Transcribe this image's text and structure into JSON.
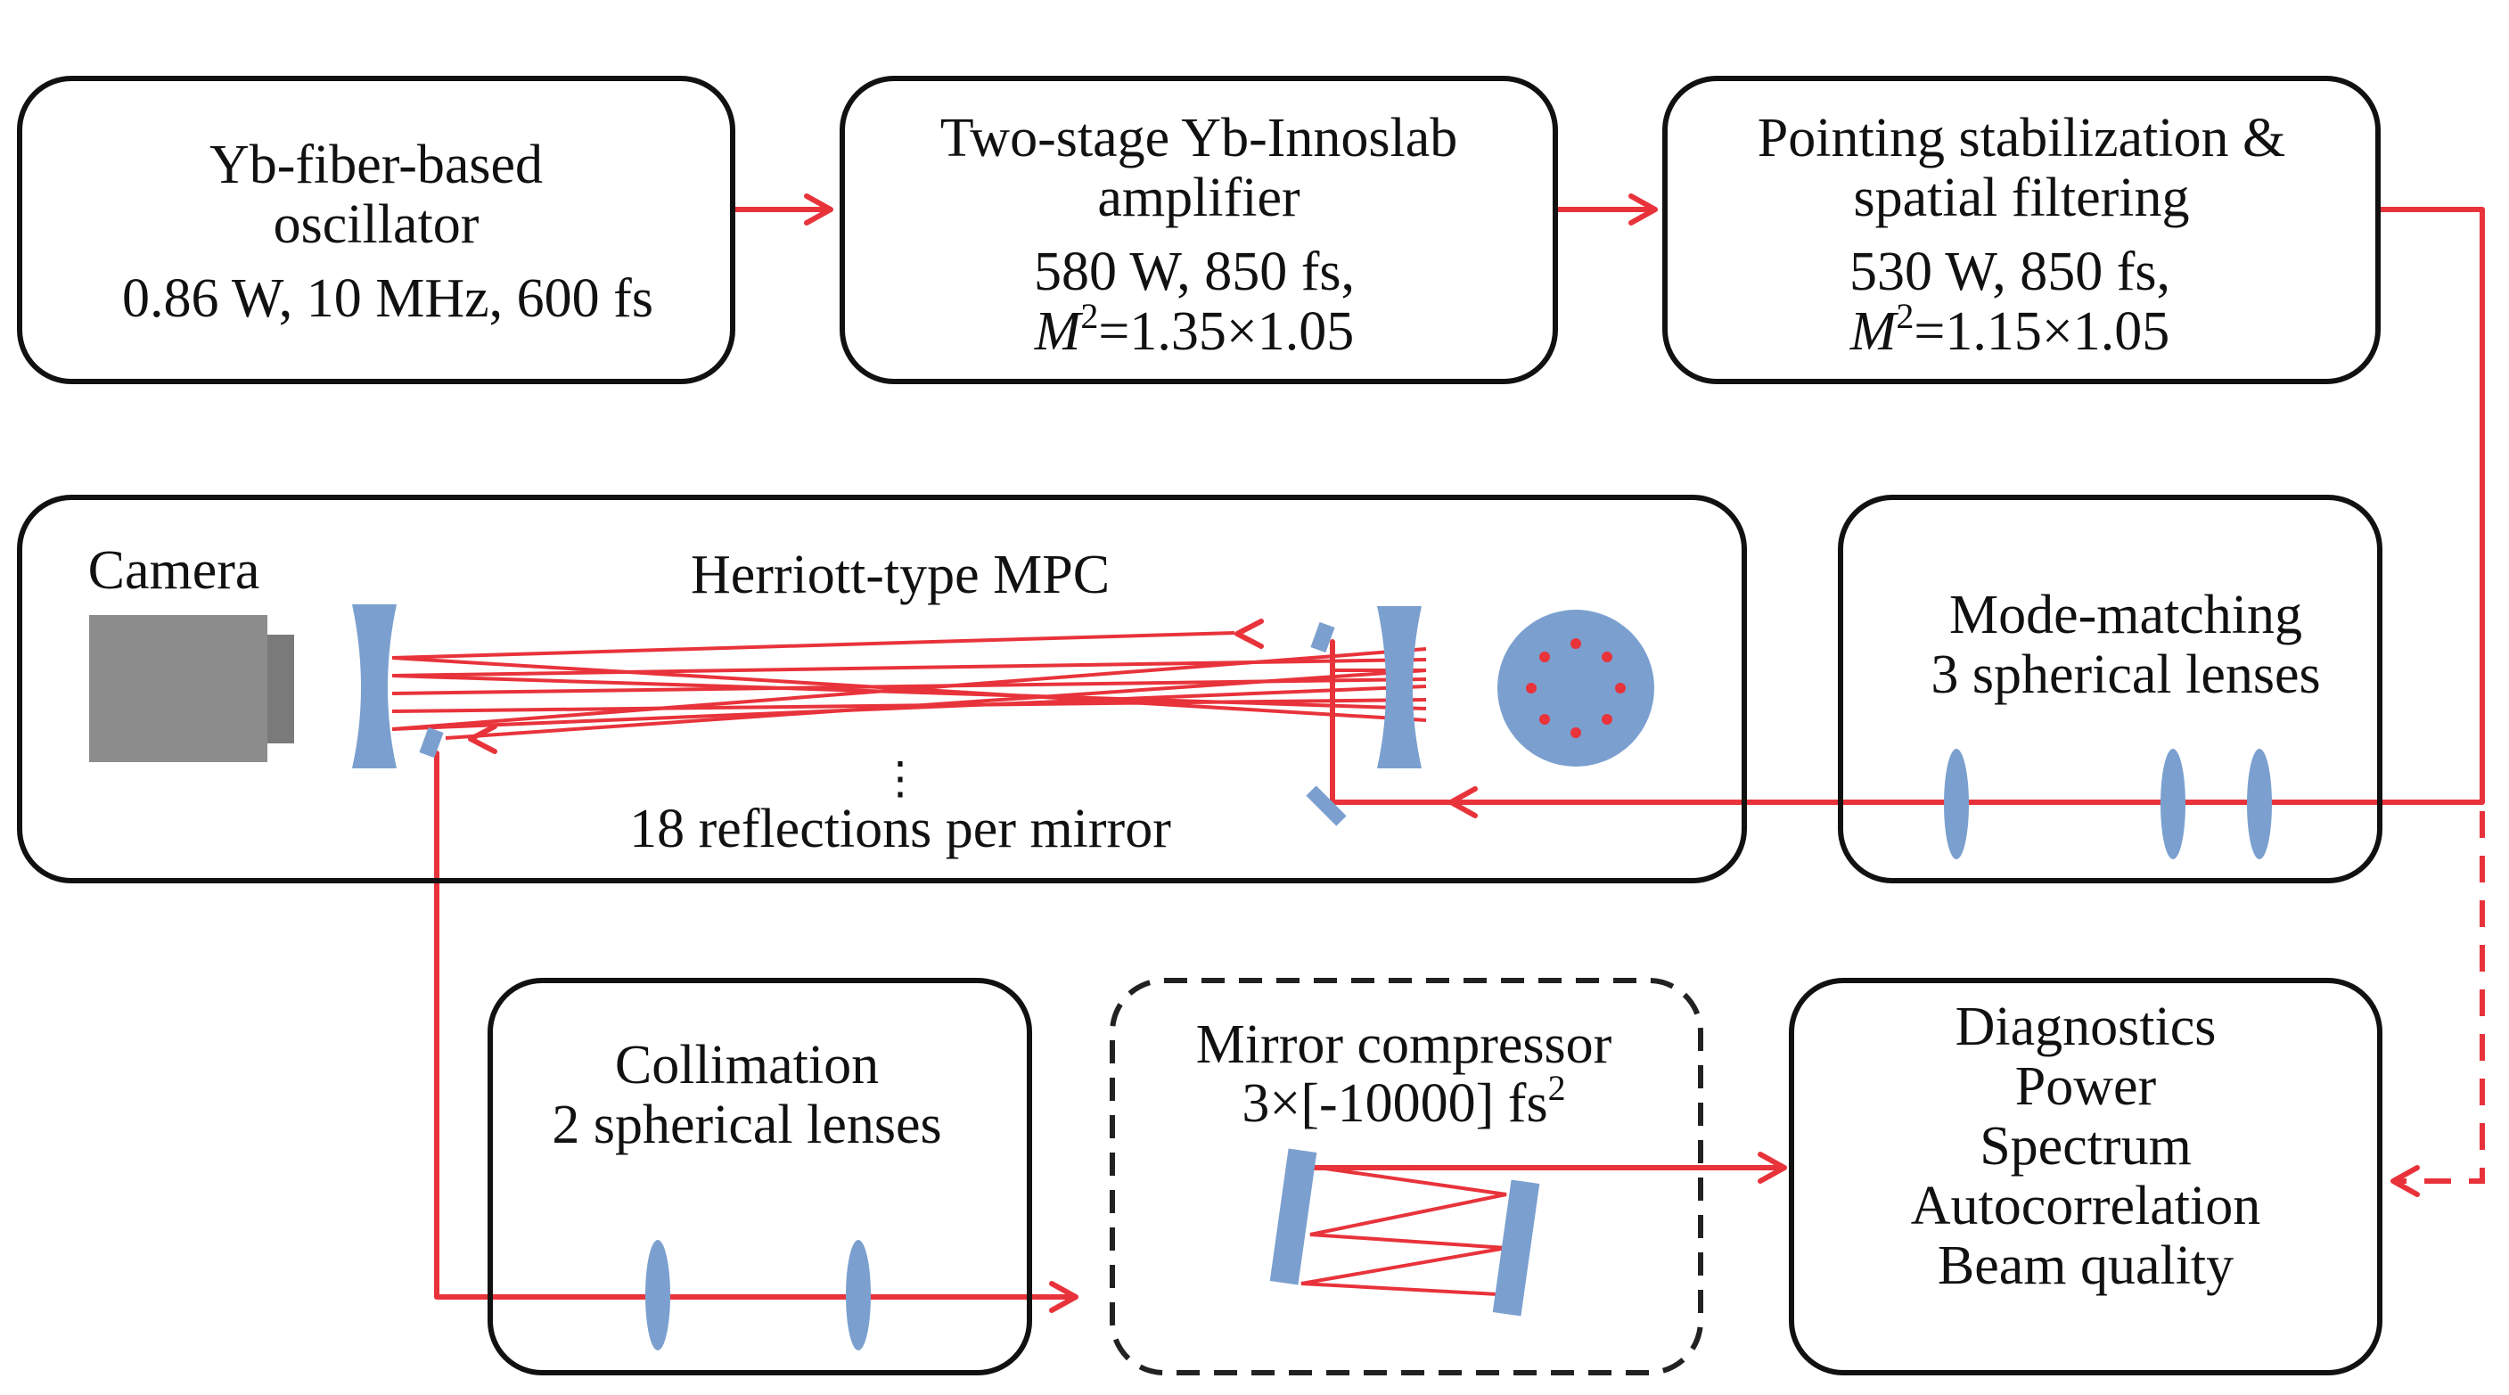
{
  "boxes": {
    "oscillator": {
      "title_line1": "Yb-fiber-based",
      "title_line2": "oscillator",
      "specs": "0.86 W, 10 MHz, 600 fs"
    },
    "amplifier": {
      "title_line1": "Two-stage Yb-Innoslab",
      "title_line2": "amplifier",
      "specs_line1": "580 W, 850 fs,",
      "m2_symbol": "M",
      "m2_exponent": "2",
      "m2_value": "=1.35×1.05"
    },
    "pointing": {
      "title_line1": "Pointing stabilization &",
      "title_line2": "spatial filtering",
      "specs_line1": "530 W, 850 fs,",
      "m2_symbol": "M",
      "m2_exponent": "2",
      "m2_value": "=1.15×1.05"
    },
    "mpc": {
      "camera_label": "Camera",
      "title": "Herriott-type MPC",
      "dots": "⋮",
      "reflections": "18 reflections per mirror"
    },
    "mode_matching": {
      "title_line1": "Mode-matching",
      "title_line2": "3 spherical lenses"
    },
    "collimation": {
      "title_line1": "Collimation",
      "title_line2": "2 spherical lenses"
    },
    "compressor": {
      "title_line1": "Mirror compressor",
      "gdd_value": "3×[-10000] fs",
      "gdd_exponent": "2"
    },
    "diagnostics": {
      "title": "Diagnostics",
      "items": [
        "Power",
        "Spectrum",
        "Autocorrelation",
        "Beam quality"
      ]
    }
  },
  "colors": {
    "beam": "#e8333b",
    "optic": "#7ba0cf",
    "camera_body": "#8c8c8c",
    "box_stroke": "#111111"
  }
}
